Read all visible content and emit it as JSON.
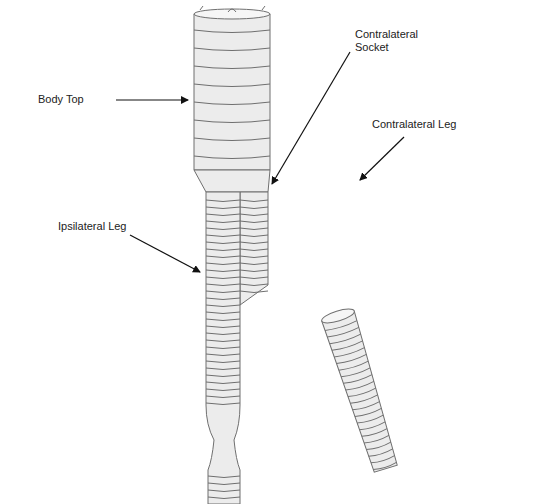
{
  "diagram": {
    "labels": [
      "Body Top",
      "Contralateral Socket",
      "Contralateral Leg",
      "Ipsilateral Leg"
    ]
  }
}
